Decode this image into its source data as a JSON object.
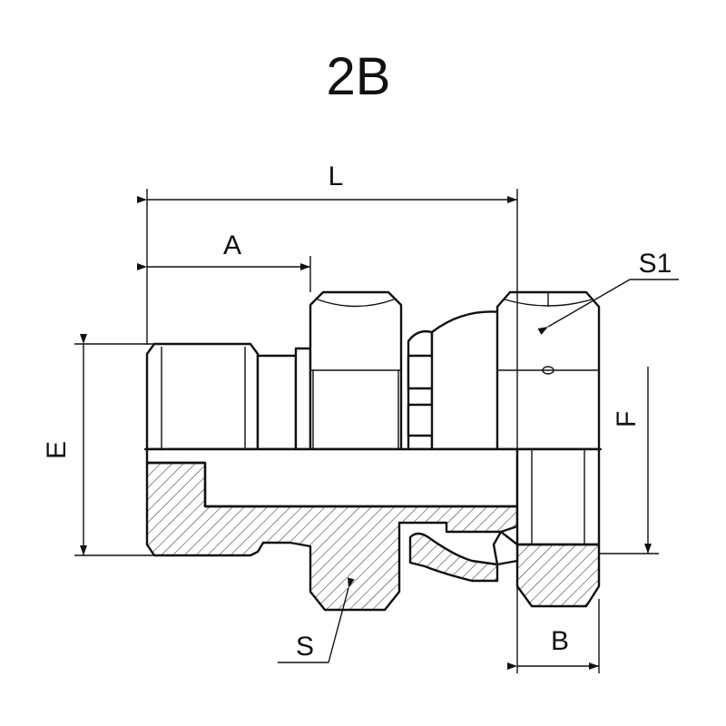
{
  "title": "2B",
  "dimensions": {
    "L": "L",
    "A": "A",
    "S1": "S1",
    "E": "E",
    "F": "F",
    "S": "S",
    "B": "B"
  }
}
